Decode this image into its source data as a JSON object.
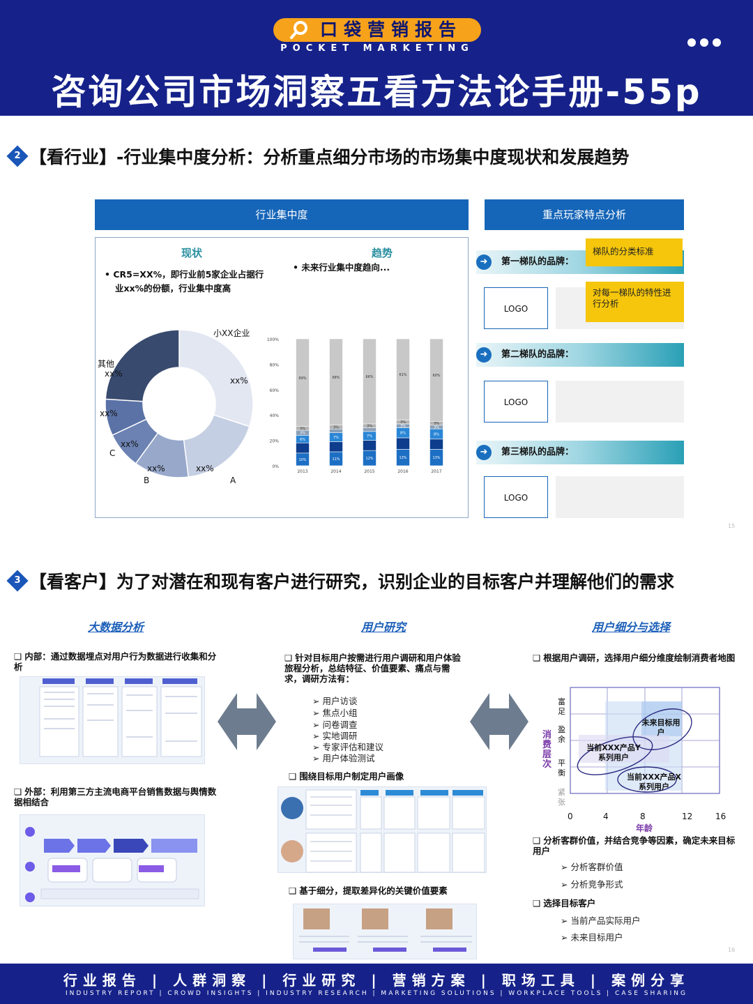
{
  "header": {
    "brand": "口袋营销报告",
    "brand_sub": "POCKET MARKETING",
    "title": "咨询公司市场洞察五看方法论手册-55p"
  },
  "industry": {
    "badge": "2",
    "title": "【看行业】-行业集中度分析：分析重点细分市场的市场集中度现状和发展趋势",
    "left_header": "行业集中度",
    "right_header": "重点玩家特点分析",
    "status_heading": "现状",
    "trend_heading": "趋势",
    "status_text_1": "•  CR5=XX%，即行业前5家企业占据行",
    "status_text_2": "业xx%的份额，行业集中度高",
    "trend_text": "•  未来行业集中度趋向...",
    "ring_labels": {
      "small": "小XX企业",
      "xx1": "xx%",
      "other": "其他",
      "xx2": "xx%",
      "xx3": "xx%",
      "xx4": "xx%",
      "c": "C",
      "xx5": "xx%",
      "xx6": "xx%",
      "b": "B",
      "a": "A"
    },
    "tier1": "第一梯队的品牌：",
    "tier2": "第二梯队的品牌：",
    "tier3": "第三梯队的品牌：",
    "logo": "LOGO",
    "yellow1": "梯队的分类标准",
    "yellow2": "对每一梯队的特性进行分析",
    "page_num": "15"
  },
  "chart_data": {
    "type": "bar",
    "stacked": true,
    "categories": [
      "2013",
      "2014",
      "2015",
      "2016",
      "2017"
    ],
    "ylim": [
      0,
      100
    ],
    "yticks": [
      "0%",
      "20%",
      "40%",
      "60%",
      "80%",
      "100%"
    ],
    "series": [
      {
        "values": [
          10,
          11,
          12,
          13,
          13
        ],
        "labels": [
          "10%",
          "11%",
          "12%",
          "13%",
          "13%"
        ],
        "color": "#1d6fc4"
      },
      {
        "values": [
          8,
          8,
          8,
          9,
          8
        ],
        "labels": [
          "",
          "",
          "",
          "",
          ""
        ],
        "color": "#0d3d8c"
      },
      {
        "values": [
          6,
          7,
          7,
          8,
          8
        ],
        "labels": [
          "6%",
          "7%",
          "7%",
          "8%",
          "8%"
        ],
        "color": "#2a86d6"
      },
      {
        "values": [
          4,
          3,
          3,
          3,
          3
        ],
        "labels": [
          "3%",
          "",
          "",
          "3%",
          "3%"
        ],
        "color": "#8aa0b8"
      },
      {
        "values": [
          3,
          3,
          3,
          3,
          3
        ],
        "labels": [
          "3%",
          "3%",
          "3%",
          "3%",
          "3%"
        ],
        "color": "#b3b3b3"
      },
      {
        "values": [
          69,
          68,
          67,
          64,
          65
        ],
        "labels": [
          "69%",
          "68%",
          "66%",
          "61%",
          "60%"
        ],
        "color": "#c8c8c8"
      }
    ]
  },
  "customer": {
    "badge": "3",
    "title": "【看客户】为了对潜在和现有客户进行研究，识别企业的目标客户并理解他们的需求",
    "col1_head": "大数据分析",
    "col2_head": "用户研究",
    "col3_head": "用户细分与选择",
    "c1_item1": "内部：通过数据埋点对用户行为数据进行收集和分析",
    "c1_item2": "外部：利用第三方主流电商平台销售数据与舆情数据相结合",
    "c2_item1": "针对目标用户按需进行用户调研和用户体验旅程分析，总结特征、价值要素、痛点与需求，调研方法有：",
    "methods": [
      "用户访谈",
      "焦点小组",
      "问卷调查",
      "实地调研",
      "专家评估和建议",
      "用户体验测试"
    ],
    "c2_item2": "围绕目标用户制定用户画像",
    "c2_item3": "基于细分，提取差异化的关键价值要素",
    "c3_item1": "根据用户调研，选择用户细分维度绘制消费者地图",
    "map": {
      "ylabel": "消费层次",
      "xlabel": "年龄",
      "ylevels": [
        "富足",
        "盈余",
        "平衡",
        "紧张"
      ],
      "xticks": [
        "0",
        "4",
        "8",
        "12",
        "16"
      ],
      "e1": "未来目标用户",
      "e2": "当前XXX产品Y系列用户",
      "e3": "当前XXX产品X系列用户"
    },
    "c3_item2": "分析客群价值，并结合竞争等因素，确定未来目标用户",
    "c3_sub1": [
      "分析客群价值",
      "分析竞争形式"
    ],
    "c3_item3": "选择目标客户",
    "c3_sub2": [
      "当前产品实际用户",
      "未来目标用户"
    ],
    "page_num": "16"
  },
  "footer": {
    "main": "行业报告 | 人群洞察 | 行业研究 | 营销方案 | 职场工具 | 案例分享",
    "sub": "INDUSTRY REPORT | CROWD INSIGHTS | INDUSTRY RESEARCH | MARKETING SOLUTIONS | WORKPLACE TOOLS | CASE SHARING"
  }
}
